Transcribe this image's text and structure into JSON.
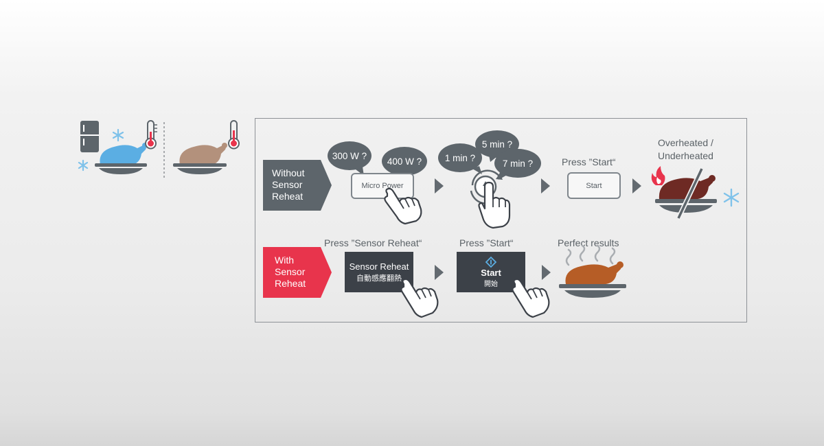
{
  "legend": {
    "frozen_icon": "frozen-chicken-icon",
    "thawed_icon": "thawed-chicken-icon"
  },
  "rows": {
    "without": {
      "label": [
        "Without",
        "Sensor",
        "Reheat"
      ],
      "bubbles": [
        "300 W ?",
        "400 W ?",
        "1 min ?",
        "5 min ?",
        "7 min ?"
      ],
      "micro_power_button": "Micro Power",
      "press_start_caption": "Press ”Start“",
      "start_button": "Start",
      "result_caption": [
        "Overheated /",
        "Underheated"
      ]
    },
    "with": {
      "label": [
        "With",
        "Sensor",
        "Reheat"
      ],
      "press_sensor_caption": "Press ”Sensor Reheat“",
      "sensor_button": "Sensor Reheat",
      "sensor_button_sub": "自動感應翻熱",
      "press_start_caption": "Press ”Start“",
      "start_button": "Start",
      "start_button_sub": "開始",
      "result_caption": "Perfect results"
    }
  },
  "colors": {
    "dark_gray": "#5d656b",
    "accent_red": "#e8344c",
    "frozen_blue": "#5baee3",
    "cooked_brown": "#b65d26",
    "overcooked": "#6e2a24",
    "thawed": "#b3917c"
  }
}
